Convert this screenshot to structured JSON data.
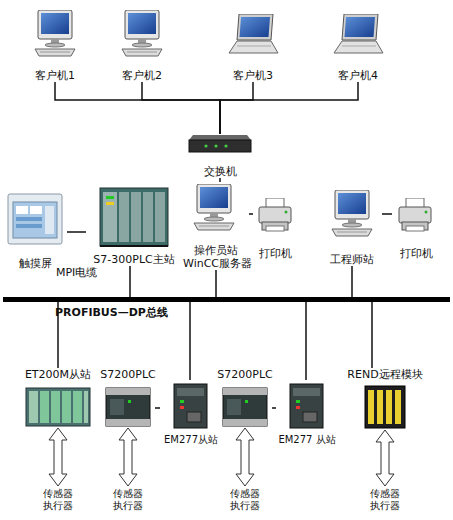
{
  "diagram": {
    "nodes": [
      {
        "text": [
          "客户机1"
        ]
      },
      {
        "text": [
          "客户机2"
        ]
      },
      {
        "text": [
          "客户机3"
        ]
      },
      {
        "text": [
          "客户机4"
        ]
      },
      {
        "text": [
          "交换机"
        ]
      },
      {
        "text": [
          "触摸屏"
        ]
      },
      {
        "text": [
          "S7-300PLC主站"
        ]
      },
      {
        "text": [
          "操作员站 WinCC服务器"
        ]
      },
      {
        "text": [
          "打印机"
        ]
      },
      {
        "text": [
          "工程师站"
        ]
      },
      {
        "text": [
          "打印机"
        ]
      },
      {
        "text": [
          "PROFIBUS—DP总线"
        ]
      },
      {
        "text": [
          "ET200M从站"
        ]
      },
      {
        "text": [
          "S7200PLC"
        ]
      },
      {
        "text": [
          "EM277从站"
        ]
      },
      {
        "text": [
          "S7200PLC"
        ]
      },
      {
        "text": [
          "EM277 从站"
        ]
      },
      {
        "text": [
          "REND远程模块"
        ]
      },
      {
        "text": [
          "传感器 执行器"
        ]
      },
      {
        "text": [
          "传感器 执行器"
        ]
      },
      {
        "text": [
          "传感器 执行器"
        ]
      },
      {
        "text": [
          "传感器 执行器"
        ]
      }
    ],
    "edges": [
      {
        "from": 0,
        "to": 4,
        "arrow": "none"
      },
      {
        "from": 1,
        "to": 4,
        "arrow": "none"
      },
      {
        "from": 2,
        "to": 4,
        "arrow": "none"
      },
      {
        "from": 3,
        "to": 4,
        "arrow": "none"
      },
      {
        "from": 4,
        "to": 7,
        "arrow": "none"
      },
      {
        "from": 5,
        "to": 6,
        "label": "MPI电缆",
        "arrow": "none"
      },
      {
        "from": 6,
        "to": 11,
        "arrow": "none"
      },
      {
        "from": 7,
        "to": 8,
        "arrow": "none"
      },
      {
        "from": 7,
        "to": 11,
        "arrow": "none"
      },
      {
        "from": 9,
        "to": 10,
        "arrow": "none"
      },
      {
        "from": 9,
        "to": 11,
        "arrow": "none"
      },
      {
        "from": 12,
        "to": 11,
        "arrow": "none"
      },
      {
        "from": 14,
        "to": 11,
        "arrow": "none"
      },
      {
        "from": 13,
        "to": 14,
        "arrow": "none"
      },
      {
        "from": 16,
        "to": 11,
        "arrow": "none"
      },
      {
        "from": 15,
        "to": 16,
        "arrow": "none"
      },
      {
        "from": 17,
        "to": 11,
        "arrow": "none"
      },
      {
        "from": 12,
        "to": 18,
        "arrow": "both"
      },
      {
        "from": 13,
        "to": 19,
        "arrow": "both"
      },
      {
        "from": 15,
        "to": 20,
        "arrow": "both"
      },
      {
        "from": 17,
        "to": 21,
        "arrow": "both"
      }
    ]
  }
}
